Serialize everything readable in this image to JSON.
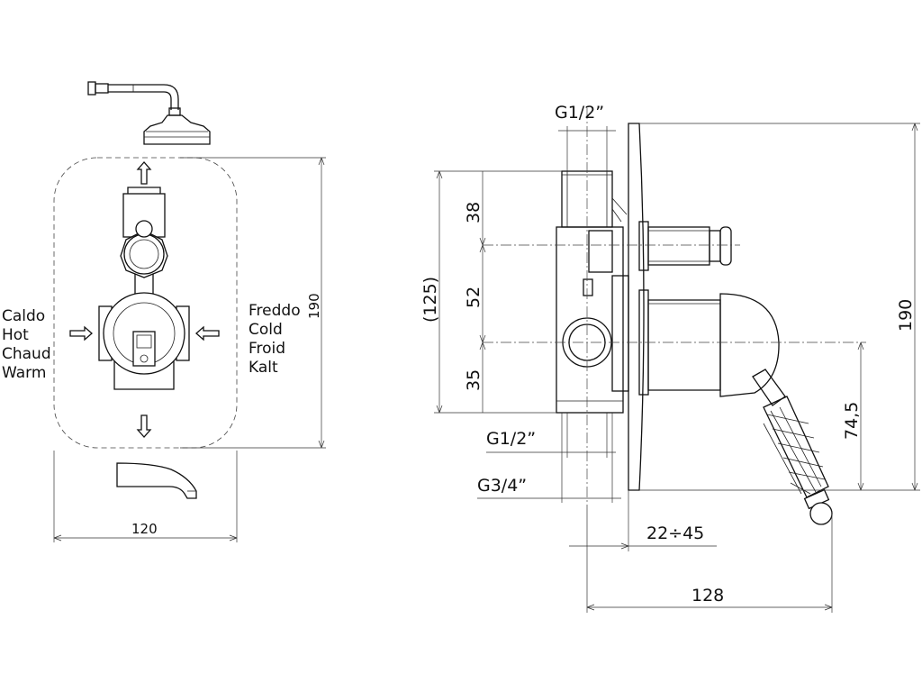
{
  "front_view": {
    "inlet_left": [
      "Caldo",
      "Hot",
      "Chaud",
      "Warm"
    ],
    "inlet_right": [
      "Freddo",
      "Cold",
      "Froid",
      "Kalt"
    ],
    "dim_width": "120",
    "dim_height": "190"
  },
  "side_view": {
    "thread_top": "G1/2”",
    "thread_mid": "G1/2”",
    "thread_bottom": "G3/4”",
    "dim_38": "38",
    "dim_52": "52",
    "dim_35": "35",
    "dim_125": "(125)",
    "dim_190": "190",
    "dim_74_5": "74,5",
    "dim_22_45": "22÷45",
    "dim_128": "128"
  }
}
